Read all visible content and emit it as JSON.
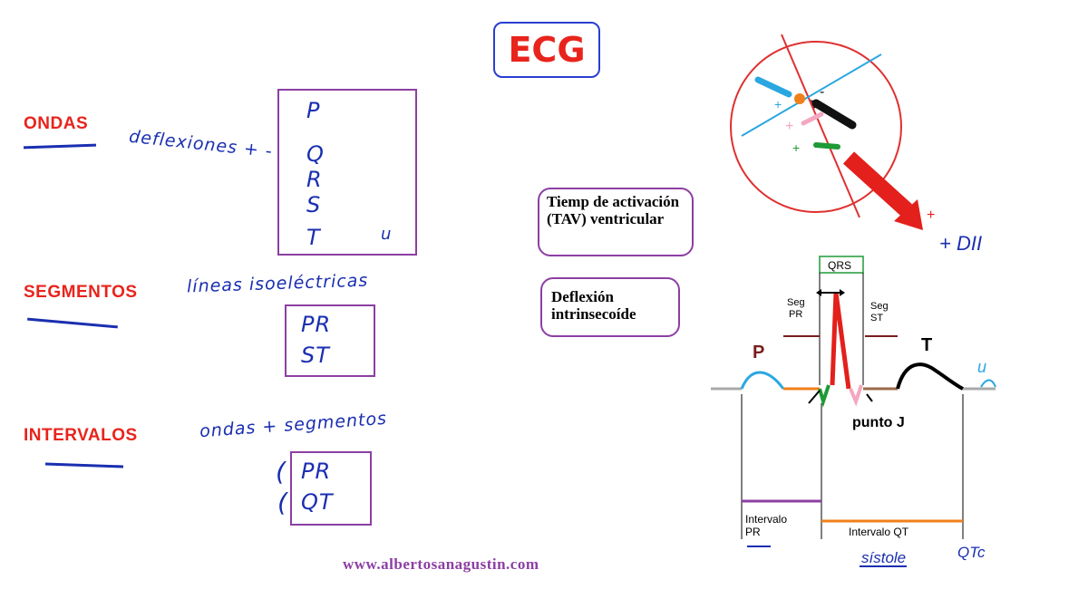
{
  "title": "ECG",
  "sections": {
    "ondas": {
      "label": "ONDAS",
      "description": "deflexiones + -",
      "waves": [
        "P",
        "Q",
        "R",
        "S",
        "T"
      ],
      "extra": "u"
    },
    "segmentos": {
      "label": "SEGMENTOS",
      "description": "líneas isoeléctricas",
      "items": [
        "PR",
        "ST"
      ]
    },
    "intervalos": {
      "label": "INTERVALOS",
      "description": "ondas + segmentos",
      "items": [
        "PR",
        "QT"
      ]
    }
  },
  "info_boxes": {
    "tav": "Tiemp de activación (TAV) ventricular",
    "deflexion": "Deflexión intrinsecoíde"
  },
  "axis_diagram": {
    "lead_label": "+ DII",
    "plus": "+",
    "minus": "-"
  },
  "ecg_diagram": {
    "qrs": "QRS",
    "seg_pr": [
      "Seg",
      "PR"
    ],
    "seg_st": [
      "Seg",
      "ST"
    ],
    "p": "P",
    "t": "T",
    "u": "u",
    "punto_j": "punto J",
    "intervalo_pr": [
      "Intervalo",
      "PR"
    ],
    "intervalo_qt": "Intervalo QT",
    "sistole": "sístole",
    "qtc": "QTc"
  },
  "website": "www.albertosanagustin.com",
  "colors": {
    "red": "#e8241c",
    "purple": "#8c3fa3",
    "blue_ink": "#1a2fb0",
    "title_border": "#2a3fd1"
  }
}
